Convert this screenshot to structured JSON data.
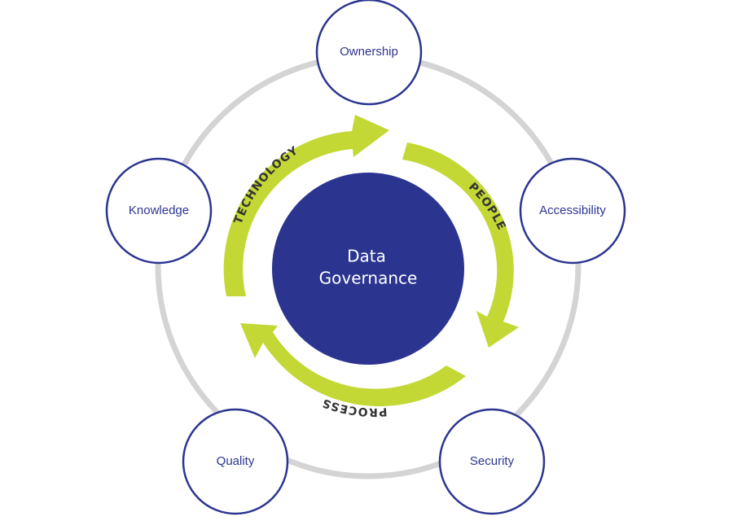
{
  "center": {
    "line1": "Data",
    "line2": "Governance"
  },
  "cycle": {
    "technology": "TECHNOLOGY",
    "people": "PEOPLE",
    "process": "PROCESS"
  },
  "nodes": {
    "ownership": "Ownership",
    "accessibility": "Accessibility",
    "security": "Security",
    "quality": "Quality",
    "knowledge": "Knowledge"
  },
  "colors": {
    "navy": "#2b3590",
    "green": "#c3d834",
    "ring": "#d4d4d4"
  }
}
